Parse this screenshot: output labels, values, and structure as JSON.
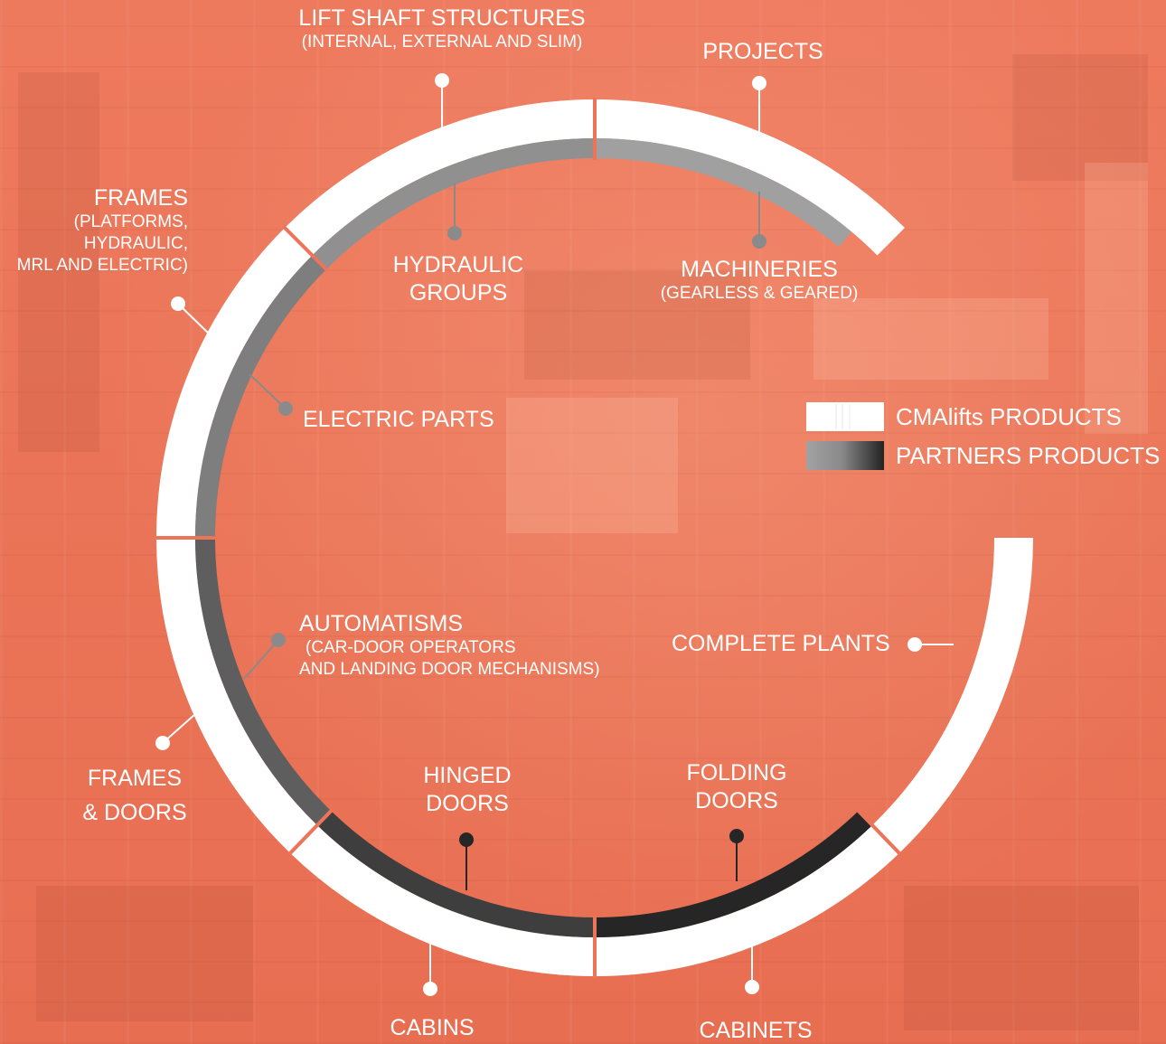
{
  "colors": {
    "background": "#ec7458",
    "cma_ring": "#ffffff",
    "partner_light": "#9a9a9a",
    "partner_dark": "#262626",
    "separator": "#ec7458"
  },
  "outer_labels": {
    "lift_shaft": {
      "title": "LIFT SHAFT STRUCTURES",
      "sub": "(INTERNAL, EXTERNAL AND SLIM)"
    },
    "projects": {
      "title": "PROJECTS"
    },
    "frames": {
      "title": "FRAMES",
      "sub1": "(PLATFORMS,",
      "sub2": "HYDRAULIC,",
      "sub3": "MRL AND ELECTRIC)"
    },
    "frames_doors": {
      "line1": "FRAMES",
      "line2": "& DOORS"
    },
    "cabins": {
      "title": "CABINS"
    },
    "cabinets": {
      "title": "CABINETS"
    },
    "complete_plants": {
      "title": "COMPLETE PLANTS"
    }
  },
  "inner_labels": {
    "hydraulic": {
      "line1": "HYDRAULIC",
      "line2": "GROUPS"
    },
    "machineries": {
      "title": "MACHINERIES",
      "sub": "(GEARLESS & GEARED)"
    },
    "electric": {
      "title": "ELECTRIC PARTS"
    },
    "automatisms": {
      "title": "AUTOMATISMS",
      "sub1": "(CAR-DOOR OPERATORS",
      "sub2": "AND LANDING DOOR MECHANISMS)"
    },
    "hinged": {
      "line1": "HINGED",
      "line2": "DOORS"
    },
    "folding": {
      "line1": "FOLDING",
      "line2": "DOORS"
    }
  },
  "legend": {
    "cma": "CMAlifts PRODUCTS",
    "partners": "PARTNERS PRODUCTS"
  }
}
